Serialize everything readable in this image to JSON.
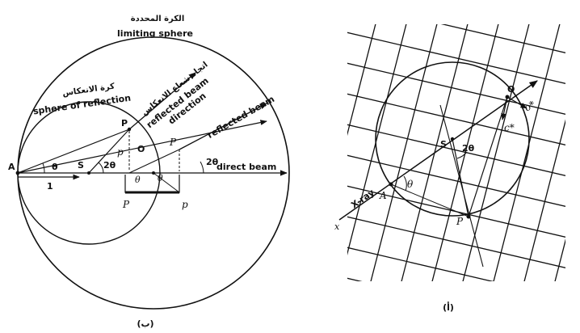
{
  "figure_b": {
    "caption": "(ب)",
    "limiting_sphere_ar": "الكرة المحددة",
    "limiting_sphere_en": "limiting sphere",
    "reflection_sphere_ar": "كرة الانعكاس",
    "reflection_sphere_en": "sphere of reflection",
    "reflected_dir_ar": "اتجاه شعاع الانعكاس",
    "reflected_dir_en_1": "reflected beam",
    "reflected_dir_en_2": "direction",
    "reflected_beam": "reflected beam",
    "direct_beam": "direct beam",
    "point_A": "A",
    "point_S": "S",
    "point_P": "P",
    "point_O": "O",
    "label_1": "1",
    "label_p": "p",
    "label_P2": "P",
    "label_p2": "p",
    "label_P3": "P",
    "angle_theta": "θ",
    "angle_2theta": "2θ"
  },
  "figure_a": {
    "caption": "(أ)",
    "point_O": "O",
    "point_S": "S",
    "point_P": "P",
    "point_A": "A",
    "label_o_star": "o*",
    "label_c_star": "c*",
    "label_xray": "X-ray",
    "label_x": "x",
    "angle_2theta": "2θ",
    "angle_theta": "θ"
  }
}
